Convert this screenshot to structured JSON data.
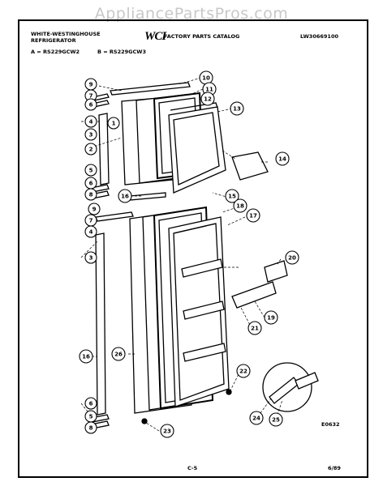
{
  "watermark": "AppliancePartsPros.com",
  "header": {
    "brand_line1": "WHITE-WESTINGHOUSE",
    "brand_line2": "REFRIGERATOR",
    "logo": "WCI",
    "catalog_title": "FACTORY PARTS CATALOG",
    "doc_number": "LW30669100",
    "model_a": "A = RS229GCW2",
    "model_b": "B = RS229GCW3"
  },
  "footer": {
    "page": "C-5",
    "date": "6/89",
    "figure_code": "E0632"
  },
  "callouts": [
    "9",
    "10",
    "11",
    "12",
    "13",
    "7",
    "6",
    "4",
    "3",
    "1",
    "2",
    "14",
    "5",
    "6",
    "8",
    "16",
    "15",
    "18",
    "17",
    "9",
    "7",
    "4",
    "3",
    "20",
    "19",
    "21",
    "16",
    "26",
    "22",
    "6",
    "5",
    "8",
    "23",
    "24",
    "25"
  ]
}
